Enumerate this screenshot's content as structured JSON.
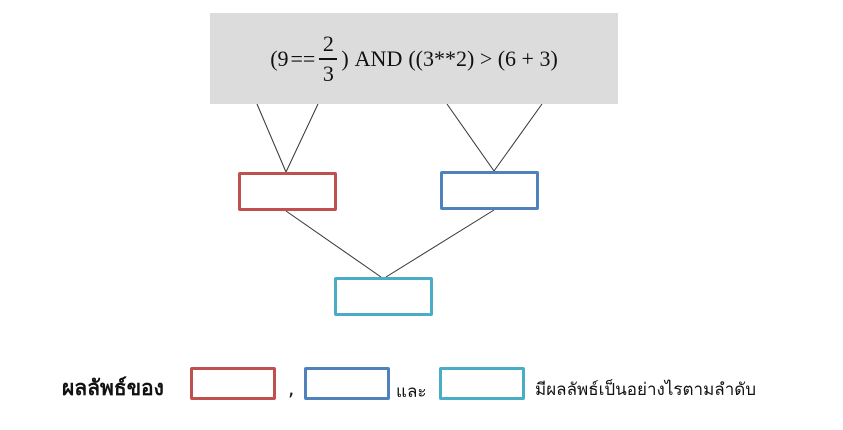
{
  "expression": {
    "open_paren": "(9",
    "equality_operator": "==",
    "fraction_numerator": "2",
    "fraction_denominator": "3",
    "after_fraction": ")",
    "logical_operator": "AND",
    "right_operand": "((3**2) > (6 + 3)"
  },
  "answer_boxes": {
    "left_color": "#c0504d",
    "right_color": "#4f81bd",
    "final_color": "#4bacc6"
  },
  "question": {
    "prefix": "ผลลัพธ์ของ",
    "comma": ",",
    "conjunction": "และ",
    "suffix": "มีผลลัพธ์เป็นอย่างไรตามลำดับ"
  }
}
